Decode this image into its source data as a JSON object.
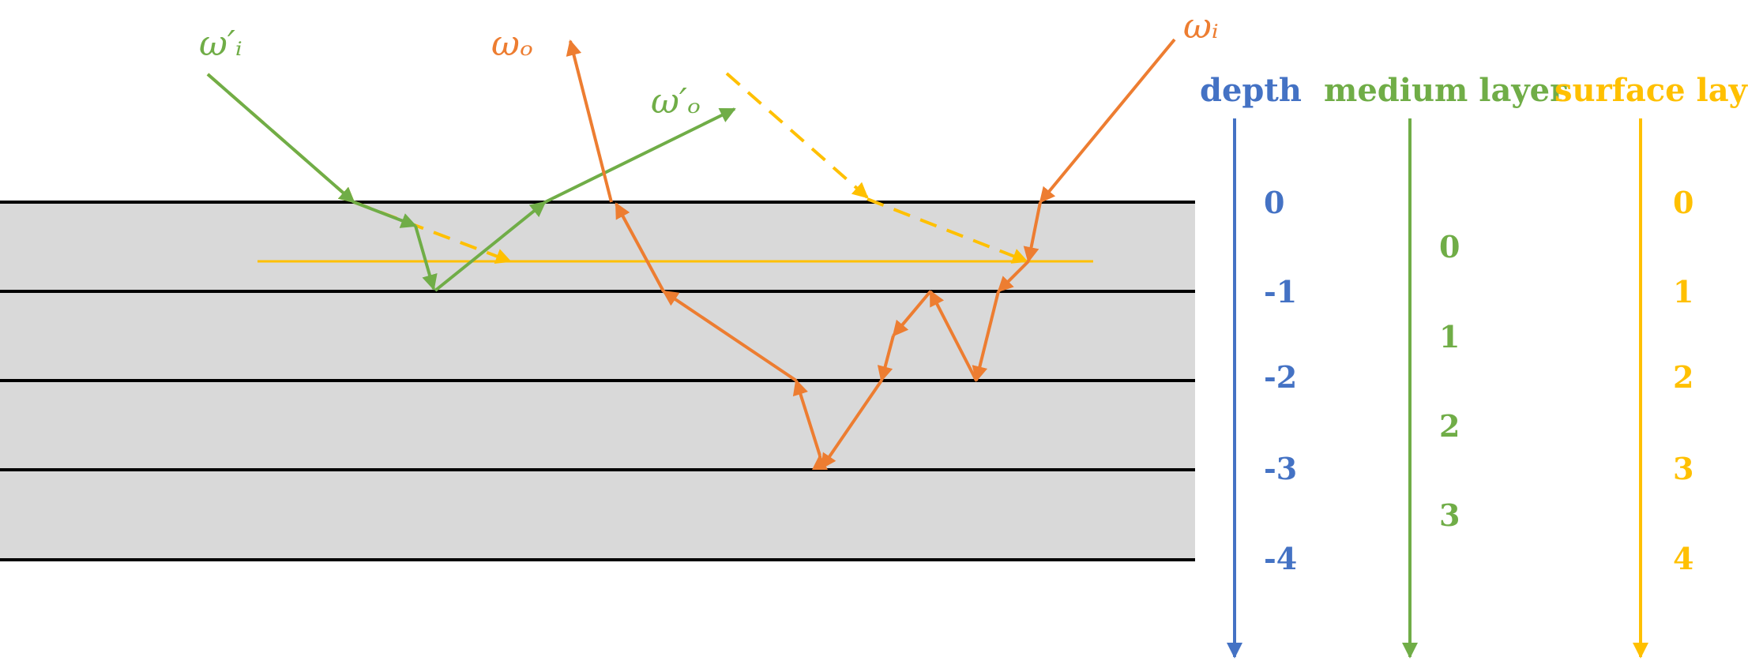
{
  "colors": {
    "layer_fill": "#d9d9d9",
    "boundary": "#000000",
    "depth": "#4472c4",
    "medium": "#70ad47",
    "surface": "#ffc000",
    "ray_orange": "#ed7d31"
  },
  "labels": {
    "omega_i_prime": "ω′ᵢ",
    "omega_o_prime": "ω′ₒ",
    "omega_o": "ωₒ",
    "omega_i": "ωᵢ"
  },
  "columns": {
    "depth": {
      "title": "depth",
      "ticks": [
        "0",
        "-1",
        "-2",
        "-3",
        "-4"
      ]
    },
    "medium": {
      "title": "medium layer",
      "ticks": [
        "0",
        "1",
        "2",
        "3"
      ]
    },
    "surface": {
      "title": "surface layer",
      "ticks": [
        "0",
        "1",
        "2",
        "3",
        "4"
      ]
    }
  }
}
